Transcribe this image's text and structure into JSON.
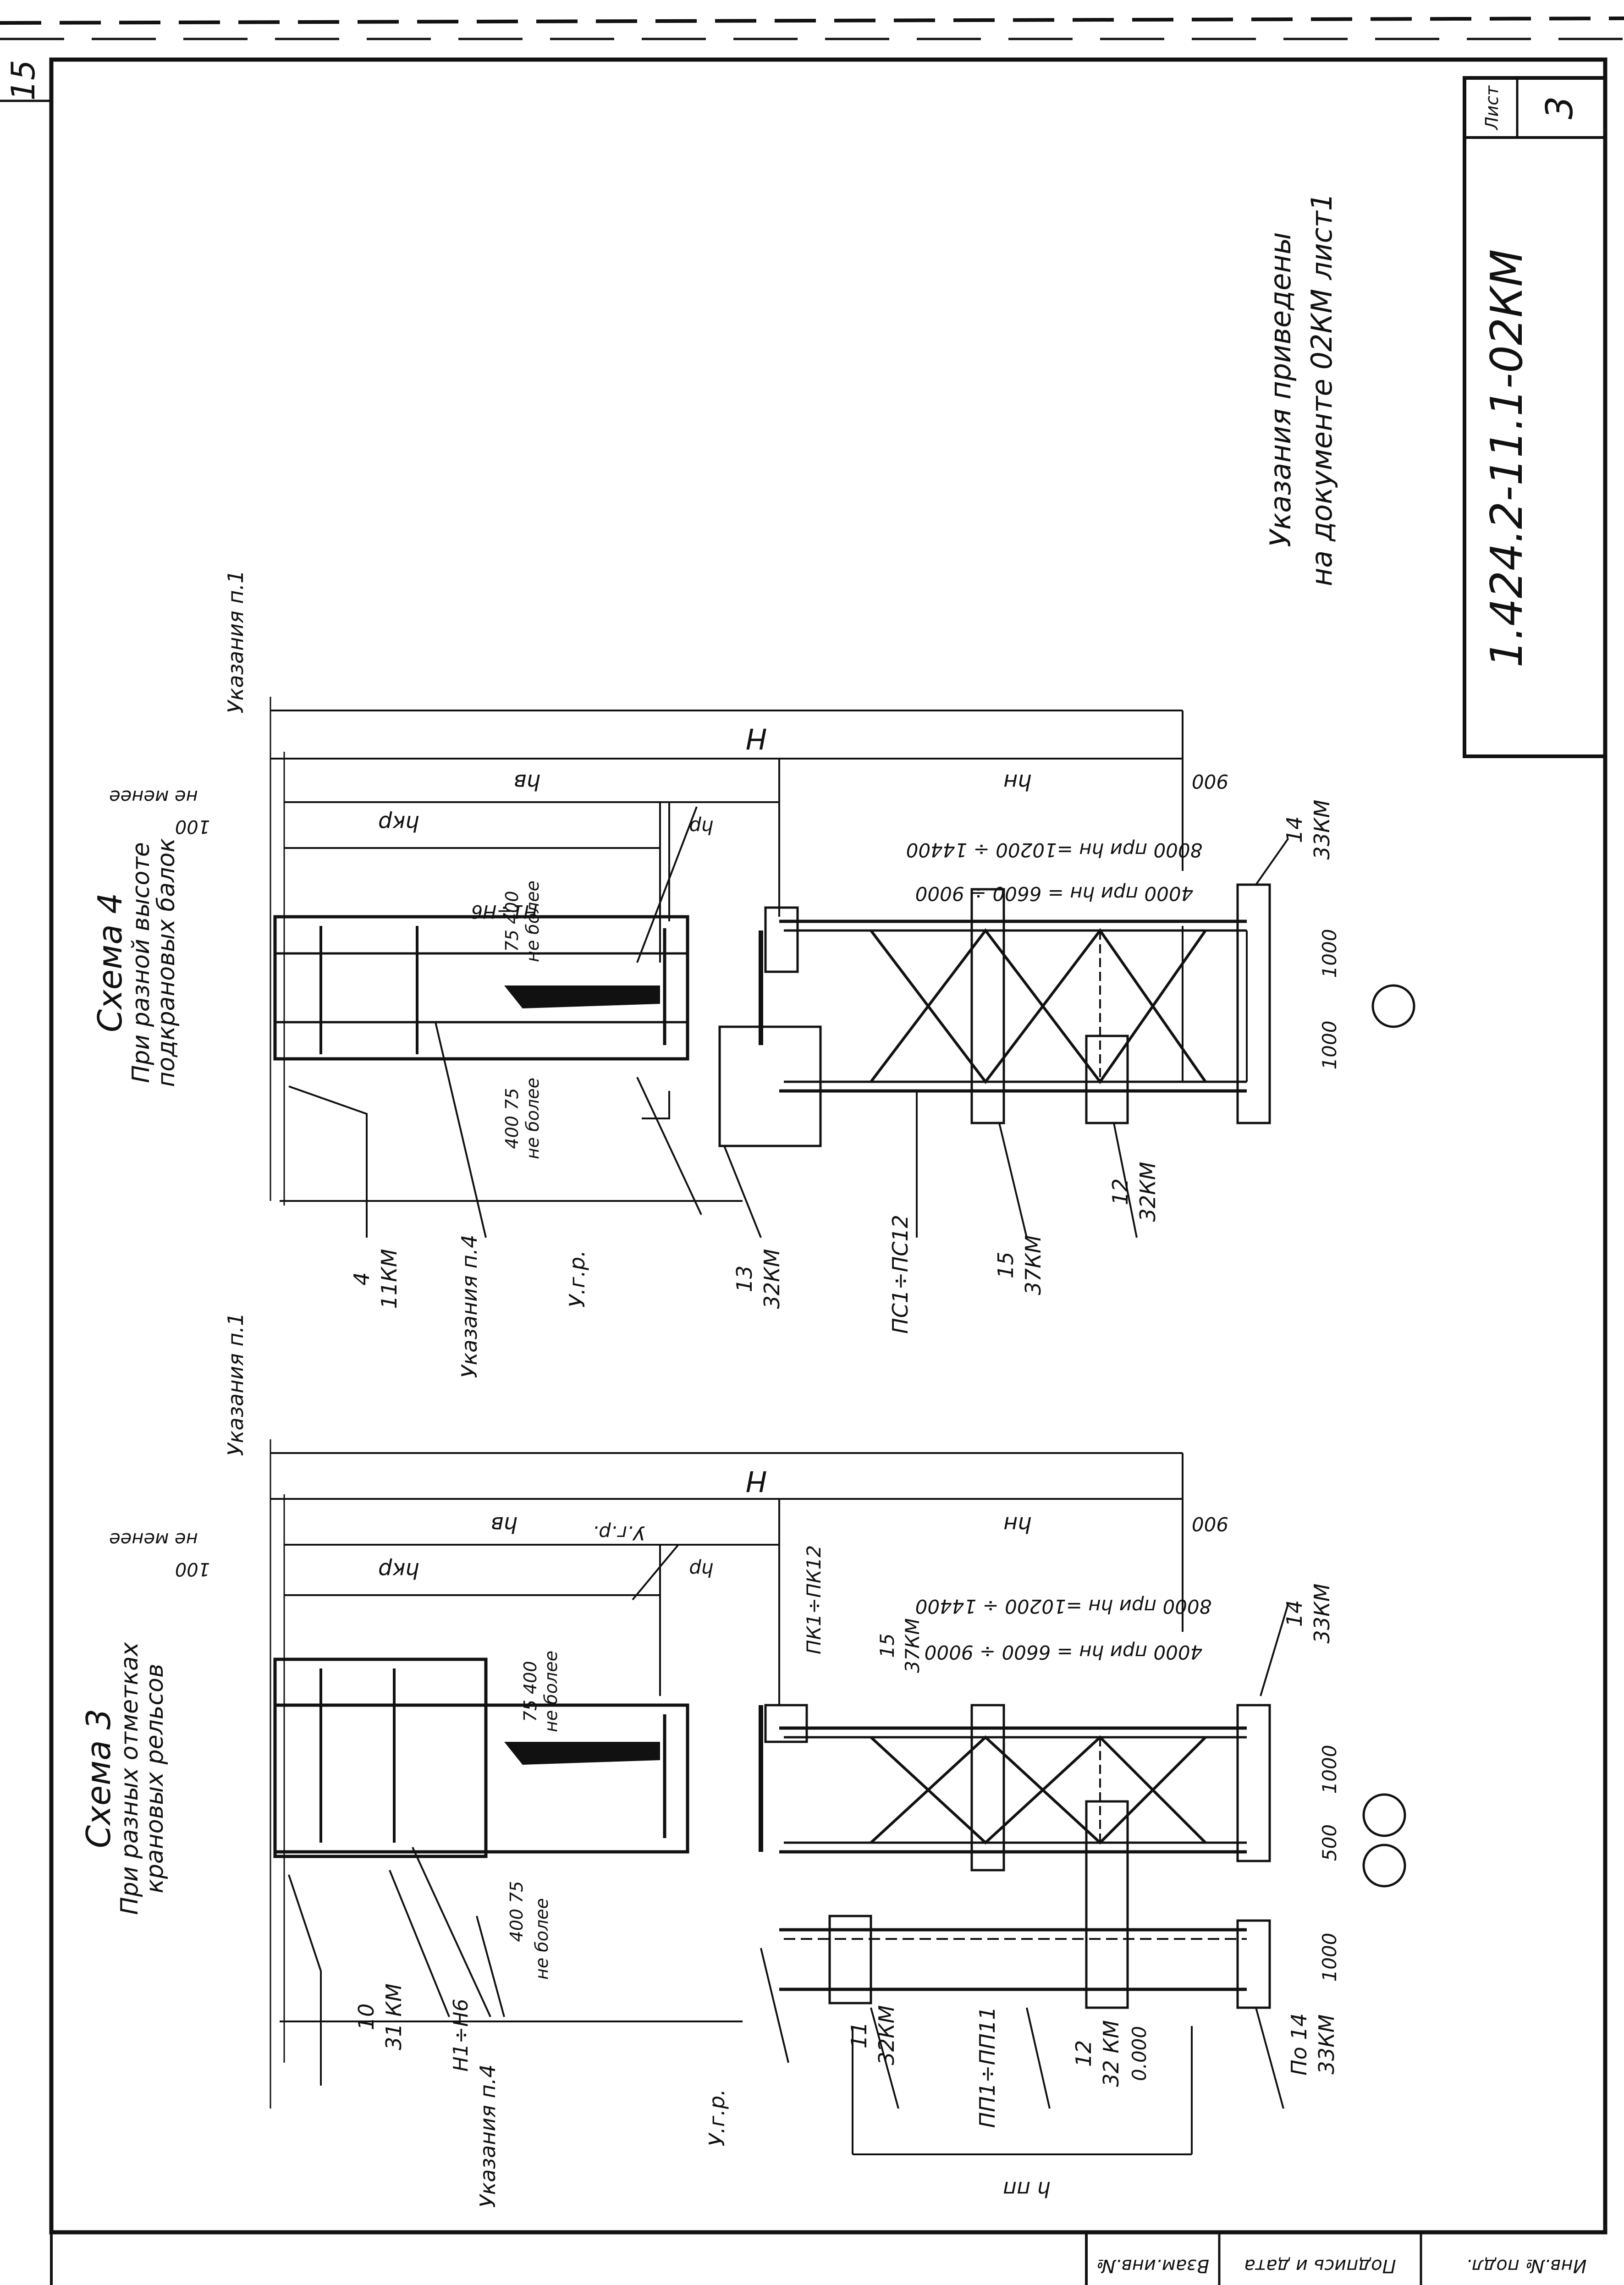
{
  "page_number": "15",
  "sheet": {
    "label": "Лист",
    "number": "3"
  },
  "document_code": "1.424.2-11.1-02КМ",
  "general_note": [
    "Указания приведены",
    "на документе 02КМ лист1"
  ],
  "stamp_columns": [
    "Инв.№ подл.",
    "Подпись и дата",
    "Взам.инв.№"
  ],
  "scheme3": {
    "title": "Схема 3",
    "subtitle": [
      "При разных отметках",
      "крановых рельсов"
    ],
    "labels": {
      "h_v": "hв",
      "h_n": "hн",
      "H": "H",
      "h_kr": "hкр",
      "h_r": "hр",
      "d900": "900",
      "ne_menee": "не менее",
      "d100": "100",
      "ukaz1": "Указания п.1",
      "ukaz4": "Указания п.4",
      "ugr_top": "У.г.р.",
      "ugr_bot": "У.г.р.",
      "d75_400_top": "75 400",
      "ne_bolee": "не более",
      "d400_75": "400 75",
      "ne_bolee_b": "не более",
      "h1h6": "Н1÷Н6",
      "pk": "ПК1÷ПК12",
      "pp": "ПП1÷ПП11",
      "size1": "4000 при hн = 6600 ÷ 9000",
      "size2": "8000 при hн =10200 ÷ 14400",
      "d1000a": "1000",
      "d500": "500",
      "d1000b": "1000",
      "h_pp": "h пп",
      "zero": "0.000",
      "call10": [
        "10",
        "31 КМ"
      ],
      "call11": [
        "11",
        "32КМ"
      ],
      "call12": [
        "12",
        "32 КМ"
      ],
      "call14": [
        "14",
        "33КМ"
      ],
      "call15": [
        "15",
        "37КМ"
      ],
      "callPo14": [
        "По 14",
        "33КМ"
      ]
    }
  },
  "scheme4": {
    "title": "Схема 4",
    "subtitle": [
      "При разной высоте",
      "подкрановых балок"
    ],
    "labels": {
      "h_v": "hв",
      "h_n": "hн",
      "H": "H",
      "h_kr": "hкр",
      "h_r": "hр",
      "d900": "900",
      "ne_menee": "не менее",
      "d100": "100",
      "ukaz1": "Указания п.1",
      "ukaz4": "Указания п.4",
      "ugr": "У.г.р.",
      "h1h6": "Н1÷Н6",
      "d75_400": "75 400",
      "ne_bolee": "не более",
      "d400_75": "400 75",
      "ne_bolee_b": "не более",
      "pc": "ПС1÷ПС12",
      "size1": "4000 при hн = 6600 ÷ 9000",
      "size2": "8000 при hн =10200 ÷ 14400",
      "d1000a": "1000",
      "d1000b": "1000",
      "call4": [
        "4",
        "11КМ"
      ],
      "call12": [
        "12",
        "32КМ"
      ],
      "call13": [
        "13",
        "32КМ"
      ],
      "call14": [
        "14",
        "33КМ"
      ],
      "call15": [
        "15",
        "37КМ"
      ]
    }
  }
}
